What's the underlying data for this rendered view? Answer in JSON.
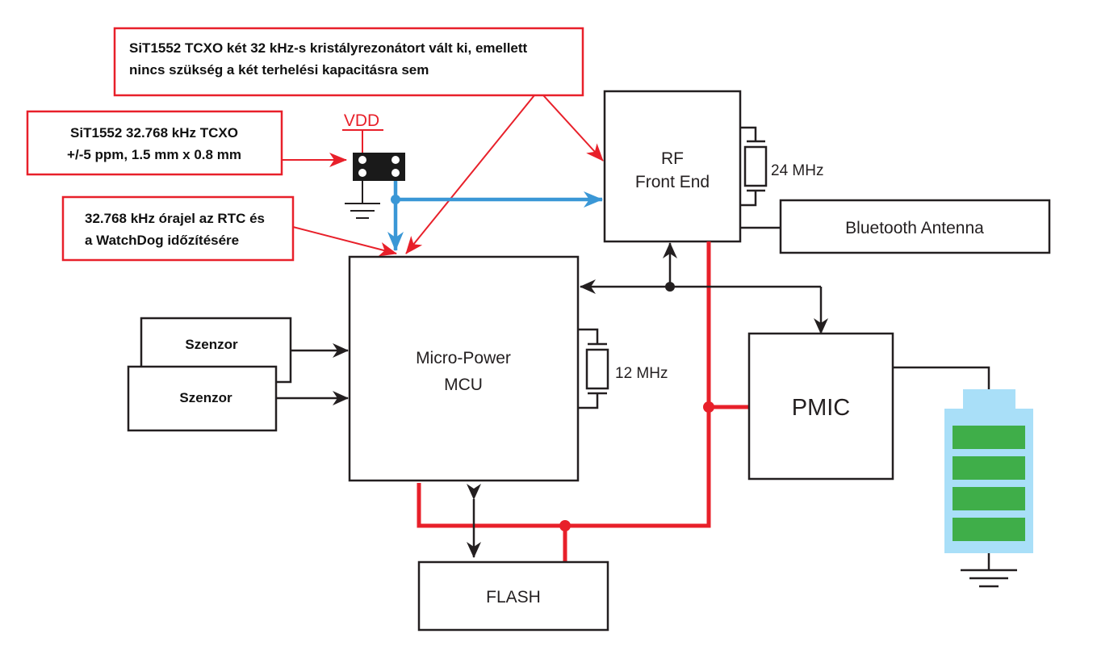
{
  "diagram": {
    "title": "Wearable device block diagram with SiT1552 TCXO",
    "colors": {
      "power_rail": "#e8202a",
      "clock_signal": "#3a97d6",
      "signal": "#231f20",
      "battery_body": "#a9dff8",
      "battery_cells": "#3fae49",
      "callout_border": "#e8202a"
    },
    "callouts": {
      "top": {
        "line1": "SiT1552 TCXO két 32 kHz-s kristályrezonátort vált ki, emellett",
        "line2": "nincs szükség a két terhelési kapacitásra sem"
      },
      "tcxo": {
        "line1": "SiT1552 32.768 kHz TCXO",
        "line2": "+/-5 ppm, 1.5 mm x 0.8 mm"
      },
      "clock": {
        "line1": "32.768 kHz órajel az RTC és",
        "line2": "a WatchDog időzítésére"
      }
    },
    "vdd_label": "VDD",
    "blocks": {
      "rf": {
        "line1": "RF",
        "line2": "Front End"
      },
      "rf_crystal": "24 MHz",
      "antenna": "Bluetooth Antenna",
      "mcu": {
        "line1": "Micro-Power",
        "line2": "MCU"
      },
      "mcu_crystal": "12 MHz",
      "sensor_back": "Szenzor",
      "sensor_front": "Szenzor",
      "pmic": "PMIC",
      "flash": "FLASH"
    },
    "battery": {
      "cells_filled": 4,
      "cells_total": 4
    }
  }
}
